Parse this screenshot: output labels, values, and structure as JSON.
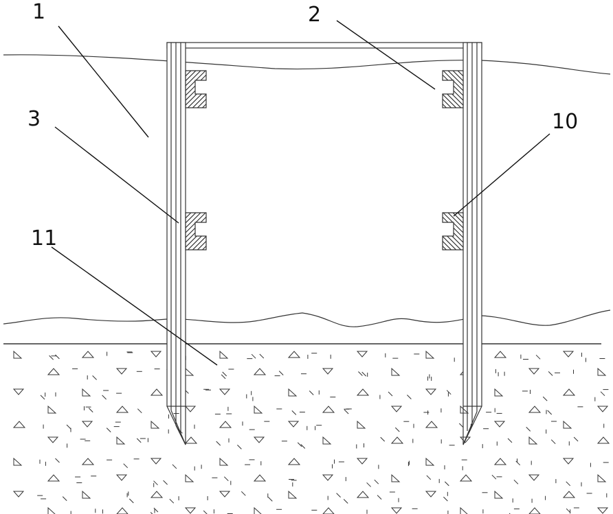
{
  "labels": {
    "l1": "1",
    "l2": "2",
    "l3": "3",
    "l10": "10",
    "l11": "11"
  },
  "colors": {
    "line": "#333333",
    "hatch": "#222222",
    "background": "#ffffff"
  }
}
